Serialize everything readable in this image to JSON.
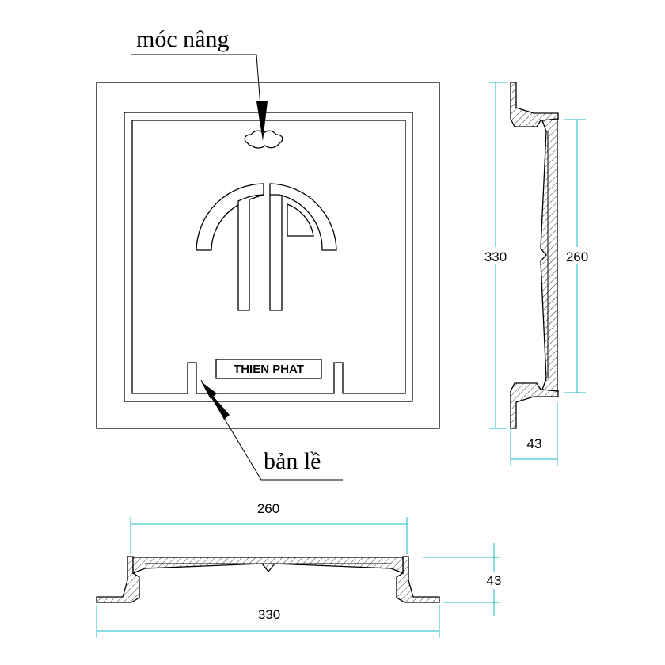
{
  "labels": {
    "lifting_hook": "móc nâng",
    "hinge": "bản lề",
    "brand": "THIEN PHAT"
  },
  "dimensions": {
    "outer_frame": "330",
    "clear_opening": "260",
    "depth": "43"
  },
  "colors": {
    "outline": "#000000",
    "dimension_line": "#18b8c8"
  }
}
